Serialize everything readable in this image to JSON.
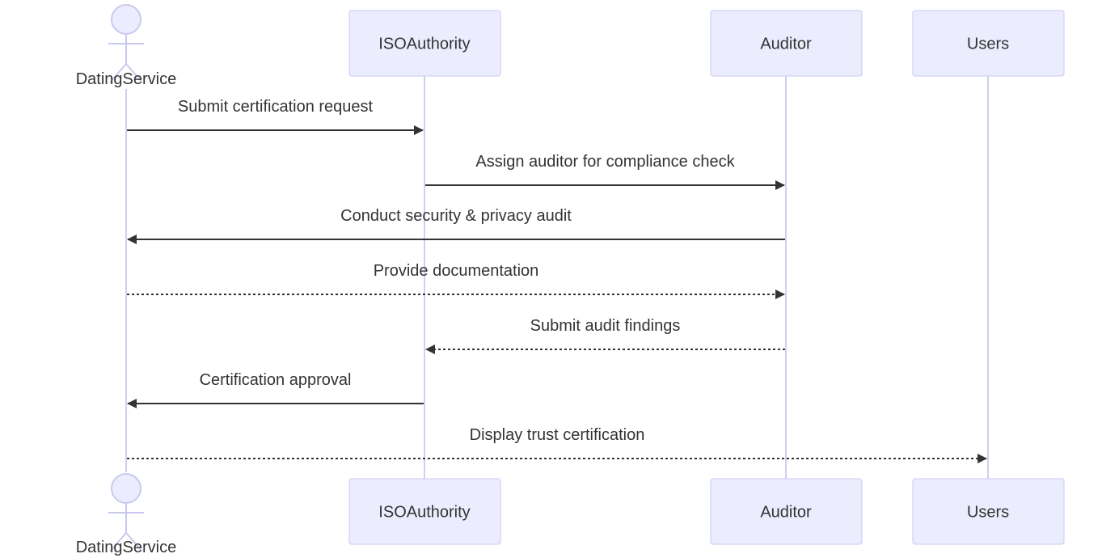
{
  "participants": [
    {
      "id": "dating",
      "label": "DatingService",
      "kind": "actor"
    },
    {
      "id": "iso",
      "label": "ISOAuthority",
      "kind": "box"
    },
    {
      "id": "auditor",
      "label": "Auditor",
      "kind": "box"
    },
    {
      "id": "users",
      "label": "Users",
      "kind": "box"
    }
  ],
  "messages": [
    {
      "from": "dating",
      "to": "iso",
      "label": "Submit certification request",
      "style": "solid"
    },
    {
      "from": "iso",
      "to": "auditor",
      "label": "Assign auditor for compliance check",
      "style": "solid"
    },
    {
      "from": "auditor",
      "to": "dating",
      "label": "Conduct security & privacy audit",
      "style": "solid"
    },
    {
      "from": "dating",
      "to": "auditor",
      "label": "Provide documentation",
      "style": "dotted"
    },
    {
      "from": "auditor",
      "to": "iso",
      "label": "Submit audit findings",
      "style": "dotted"
    },
    {
      "from": "iso",
      "to": "dating",
      "label": "Certification approval",
      "style": "solid"
    },
    {
      "from": "dating",
      "to": "users",
      "label": "Display trust certification",
      "style": "dotted"
    }
  ],
  "colors": {
    "actor_fill": "#ECECFF",
    "actor_stroke": "#C9C9F0",
    "lifeline": "#CFCFEF",
    "text": "#333333"
  }
}
